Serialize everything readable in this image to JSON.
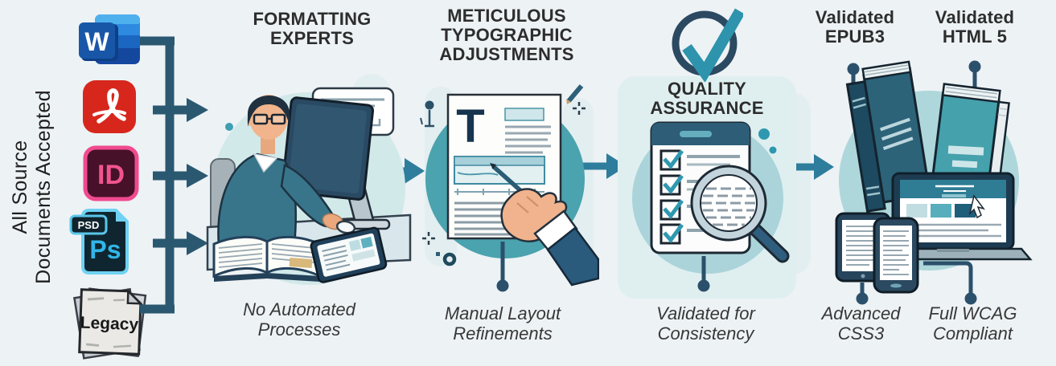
{
  "colors": {
    "background": "#edf2f5",
    "dark_slate": "#2b5871",
    "arrow_teal": "#2e7d9c",
    "connector": "#2b506b",
    "teal_accent": "#3e9fb0",
    "panel_teal_light": "#d2e9ea",
    "panel_teal_mid": "#4aa3ae",
    "qa_card_bg": "#dfeff0",
    "heading_text": "#2d2d2d",
    "caption_text": "#383838"
  },
  "source_rail": {
    "rotated_label": {
      "line1": "All Source",
      "line2": "Documents Accepted"
    },
    "icons": [
      {
        "name": "word",
        "letter": "W"
      },
      {
        "name": "acrobat-pdf"
      },
      {
        "name": "indesign",
        "letters": "ID"
      },
      {
        "name": "photoshop",
        "letters": "Ps",
        "badge": "PSD"
      },
      {
        "name": "legacy-documents",
        "label": "Legacy"
      }
    ]
  },
  "steps": [
    {
      "title_lines": [
        "FORMATTING",
        "EXPERTS"
      ],
      "caption_lines": [
        "No Automated",
        "Processes"
      ]
    },
    {
      "title_lines": [
        "METICULOUS",
        "TYPOGRAPHIC",
        "ADJUSTMENTS"
      ],
      "caption_lines": [
        "Manual Layout",
        "Refinements"
      ],
      "document_letter": "T"
    },
    {
      "title_lines": [
        "QUALITY",
        "ASSURANCE"
      ],
      "caption_lines": [
        "Validated for",
        "Consistency"
      ]
    }
  ],
  "outputs": [
    {
      "title_lines": [
        "Validated",
        "EPUB3"
      ],
      "caption_lines": [
        "Advanced",
        "CSS3"
      ]
    },
    {
      "title_lines": [
        "Validated",
        "HTML 5"
      ],
      "caption_lines": [
        "Full WCAG",
        "Compliant"
      ]
    }
  ]
}
